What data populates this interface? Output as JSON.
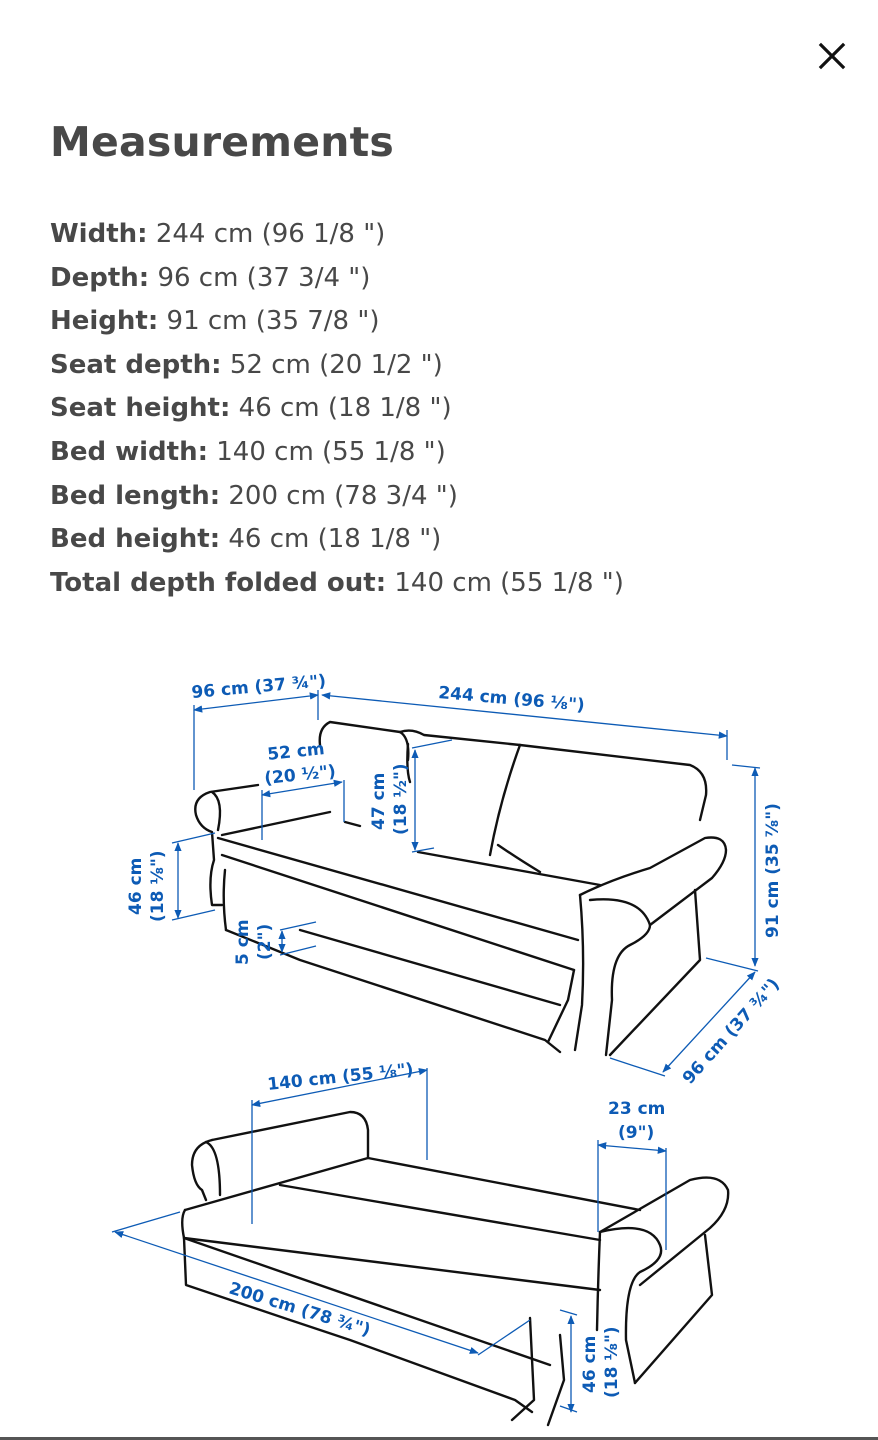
{
  "dialog": {
    "title": "Measurements",
    "close_icon": "close-icon (×)"
  },
  "specs": [
    {
      "label": "Width:",
      "value": "244 cm (96 1/8 \")"
    },
    {
      "label": "Depth:",
      "value": "96 cm (37 3/4 \")"
    },
    {
      "label": "Height:",
      "value": "91 cm (35 7/8 \")"
    },
    {
      "label": "Seat depth:",
      "value": "52 cm (20 1/2 \")"
    },
    {
      "label": "Seat height:",
      "value": "46 cm (18 1/8 \")"
    },
    {
      "label": "Bed width:",
      "value": "140 cm (55 1/8 \")"
    },
    {
      "label": "Bed length:",
      "value": "200 cm (78 3/4 \")"
    },
    {
      "label": "Bed height:",
      "value": "46 cm (18 1/8 \")"
    },
    {
      "label": "Total depth folded out:",
      "value": "140 cm (55 1/8 \")"
    }
  ],
  "diagram": {
    "accent_color": "#0d5bb5",
    "sofa_labels": {
      "depth_top": "96 cm (37 ¾\")",
      "width": "244 cm (96 ⅛\")",
      "seat_depth_cm": "52 cm",
      "seat_depth_in": "(20 ½\")",
      "back_height_cm": "47 cm",
      "back_height_in": "(18 ½\")",
      "seat_height_cm": "46 cm",
      "seat_height_in": "(18 ⅛\")",
      "clearance_cm": "5 cm",
      "clearance_in": "(2\")",
      "height_total": "91 cm (35 ⅞\")",
      "depth_side": "96 cm (37 ¾\")"
    },
    "bed_labels": {
      "bed_width": "140 cm (55 ⅛\")",
      "bed_length": "200 cm (78 ¾\")",
      "arm_width_cm": "23 cm",
      "arm_width_in": "(9\")",
      "bed_height_cm": "46 cm",
      "bed_height_in": "(18 ⅛\")"
    }
  }
}
